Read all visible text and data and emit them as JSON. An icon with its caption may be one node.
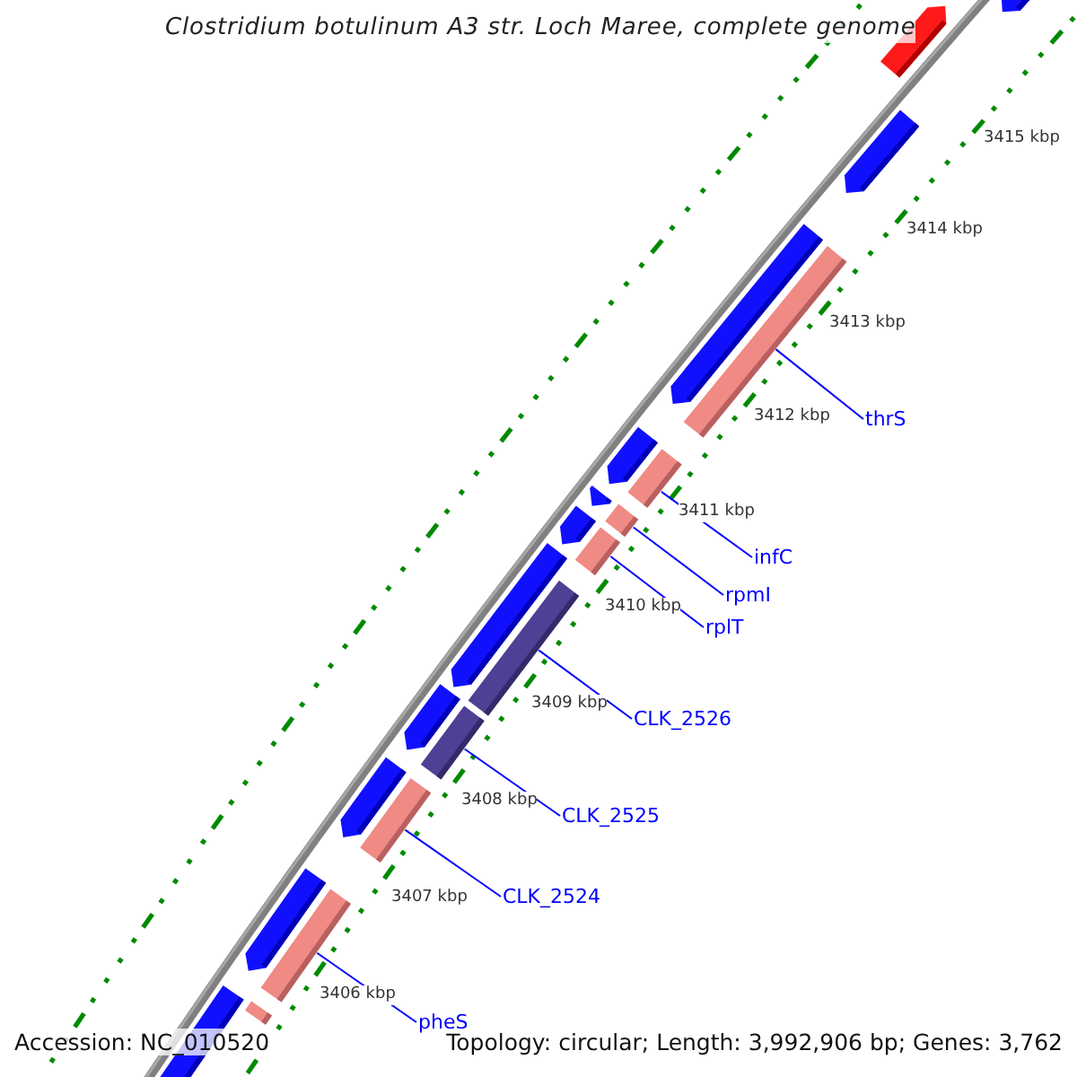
{
  "diagram": {
    "title": "Clostridium botulinum A3 str. Loch Maree, complete genome",
    "nodes": [
      {
        "text": [],
        "shape": "bar"
      },
      {
        "text": [
          "thrS"
        ]
      },
      {
        "text": [],
        "shape": "bar"
      },
      {
        "text": [
          "infC"
        ]
      },
      {
        "text": [],
        "shape": "bar"
      },
      {
        "text": [
          "rpmI"
        ]
      },
      {
        "text": [],
        "shape": "bar"
      },
      {
        "text": [
          "rplT"
        ]
      },
      {
        "text": [],
        "shape": "bar"
      },
      {
        "text": [
          "CLK_2526"
        ]
      },
      {
        "text": [],
        "shape": "bar"
      },
      {
        "text": [
          "CLK_2525"
        ]
      },
      {
        "text": [],
        "shape": "bar"
      },
      {
        "text": [
          "CLK_2524"
        ]
      },
      {
        "text": [],
        "shape": "bar"
      },
      {
        "text": [
          "pheS"
        ]
      },
      {
        "text": [],
        "shape": "bar"
      }
    ],
    "edges": [
      {
        "from": 1,
        "to": 0,
        "arrow": "none"
      },
      {
        "from": 3,
        "to": 2,
        "arrow": "none"
      },
      {
        "from": 5,
        "to": 4,
        "arrow": "none"
      },
      {
        "from": 7,
        "to": 6,
        "arrow": "none"
      },
      {
        "from": 9,
        "to": 8,
        "arrow": "none"
      },
      {
        "from": 11,
        "to": 10,
        "arrow": "none"
      },
      {
        "from": 13,
        "to": 12,
        "arrow": "none"
      },
      {
        "from": 15,
        "to": 14,
        "arrow": "none"
      }
    ],
    "labels": [
      "3415 kbp",
      "3414 kbp",
      "3413 kbp",
      "3412 kbp",
      "3411 kbp",
      "3410 kbp",
      "3409 kbp",
      "3408 kbp",
      "3407 kbp",
      "3406 kbp",
      "Accession: NC_010520",
      "Topology: circular; Length: 3,992,906 bp; Genes: 3,762"
    ]
  }
}
